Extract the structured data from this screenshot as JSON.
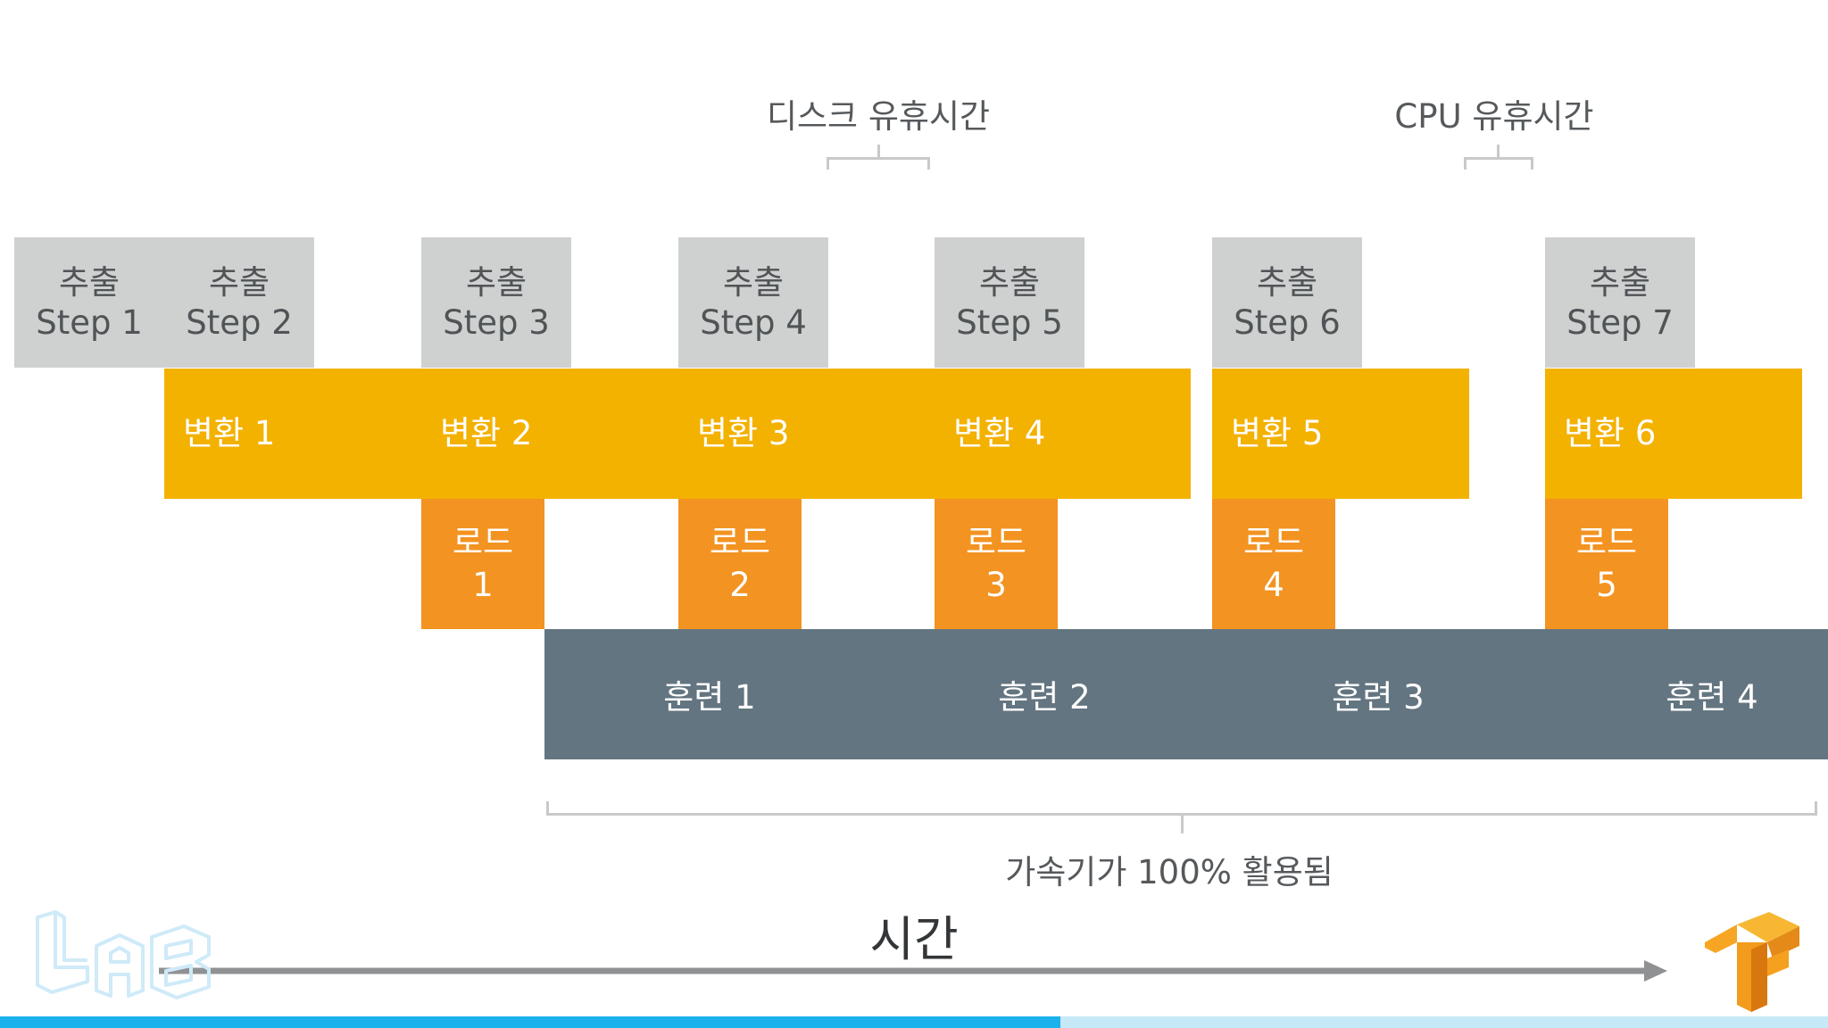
{
  "labels": {
    "disk_idle": "디스크 유휴시간",
    "cpu_idle": "CPU 유휴시간",
    "accelerator": "가속기가 100% 활용됨",
    "time": "시간"
  },
  "extract": [
    {
      "top": "추출",
      "bottom": "Step 1"
    },
    {
      "top": "추출",
      "bottom": "Step 2"
    },
    {
      "top": "추출",
      "bottom": "Step 3"
    },
    {
      "top": "추출",
      "bottom": "Step 4"
    },
    {
      "top": "추출",
      "bottom": "Step 5"
    },
    {
      "top": "추출",
      "bottom": "Step 6"
    },
    {
      "top": "추출",
      "bottom": "Step 7"
    }
  ],
  "transform": [
    "변환 1",
    "변환 2",
    "변환 3",
    "변환 4",
    "변환 5",
    "변환 6"
  ],
  "load": [
    {
      "top": "로드",
      "bottom": "1"
    },
    {
      "top": "로드",
      "bottom": "2"
    },
    {
      "top": "로드",
      "bottom": "3"
    },
    {
      "top": "로드",
      "bottom": "4"
    },
    {
      "top": "로드",
      "bottom": "5"
    }
  ],
  "train": [
    "훈련 1",
    "훈련 2",
    "훈련 3",
    "훈련 4"
  ],
  "colors": {
    "extract": "#cfd0d0",
    "transform": "#f3b100",
    "load": "#f39321",
    "train": "#637580",
    "progress": "#1bb1ec",
    "progress_track": "#c6e9f7"
  },
  "icons": {
    "left_logo": "lab-logo-icon",
    "right_logo": "tensorflow-logo-icon"
  },
  "progress": 0.58
}
